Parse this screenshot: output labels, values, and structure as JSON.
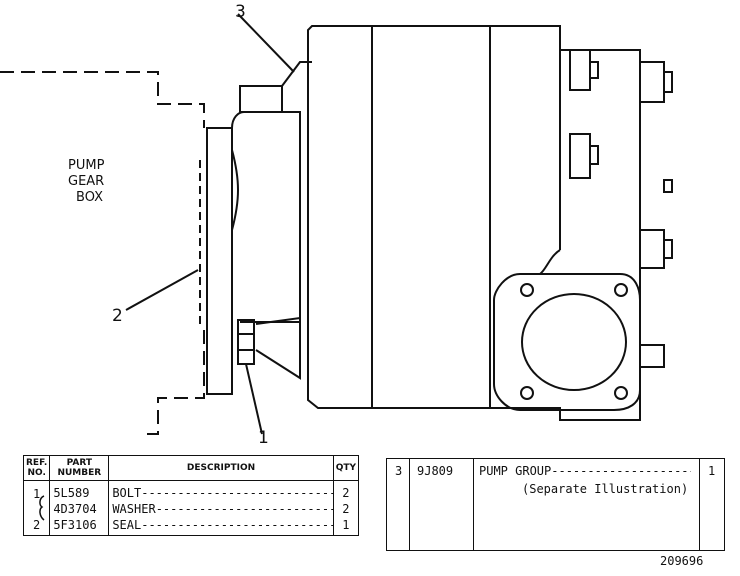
{
  "labels": {
    "pump_gear_box": [
      "PUMP",
      "GEAR",
      "BOX"
    ],
    "callout_1": "1",
    "callout_2": "2",
    "callout_3": "3"
  },
  "parts_table": {
    "headers": {
      "ref": "REF. NO.",
      "part": "PART NUMBER",
      "description": "DESCRIPTION",
      "qty": "QTY"
    },
    "rows": [
      {
        "ref": "1",
        "part": "5L589",
        "description": "BOLT",
        "qty": "2"
      },
      {
        "ref": "",
        "part": "4D3704",
        "description": "WASHER",
        "qty": "2"
      },
      {
        "ref": "2",
        "part": "5F3106",
        "description": "SEAL",
        "qty": "1"
      }
    ]
  },
  "right_table": {
    "ref": "3",
    "part": "9J809",
    "description": "PUMP GROUP",
    "note": "(Separate Illustration)",
    "qty": "1"
  },
  "drawing_number": "209696"
}
